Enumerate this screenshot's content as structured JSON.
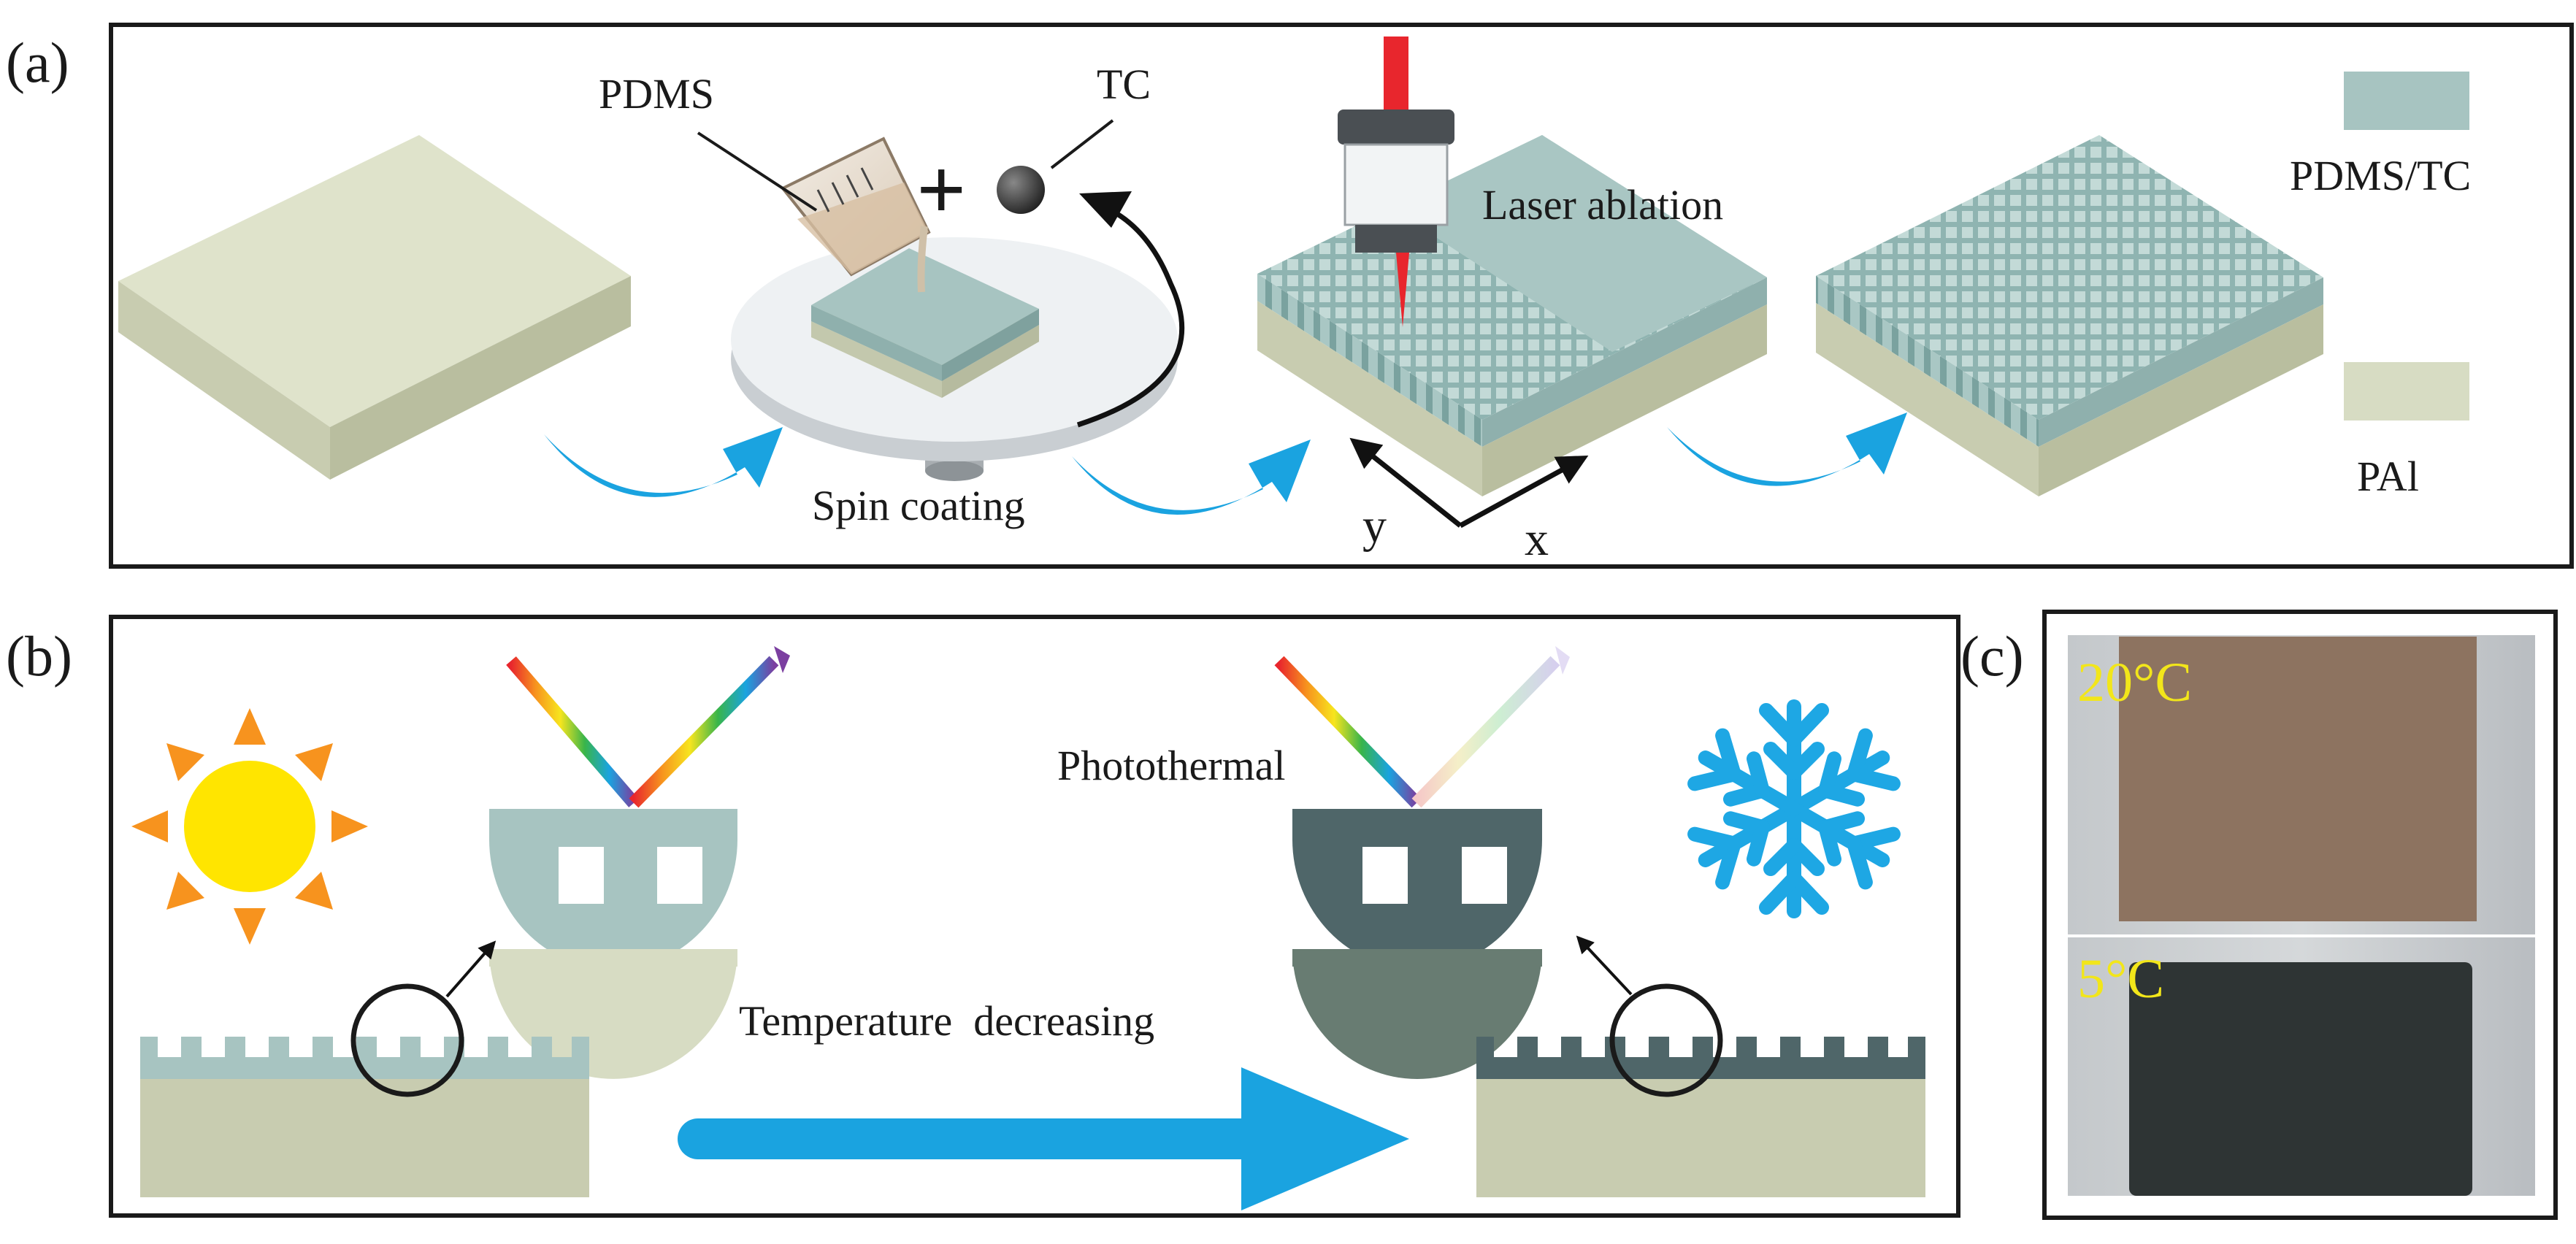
{
  "panels": {
    "a": {
      "label": "(a)"
    },
    "b": {
      "label": "(b)"
    },
    "c": {
      "label": "(c)"
    }
  },
  "labels": {
    "pdms": "PDMS",
    "tc": "TC",
    "plus": "+",
    "spin_coating": "Spin coating",
    "laser_ablation": "Laser ablation",
    "axis_y": "y",
    "axis_x": "x",
    "photothermal": "Photothermal",
    "temperature_decreasing": "Temperature  decreasing"
  },
  "legend": [
    {
      "label": "PDMS/TC",
      "color": "#a7c4c1"
    },
    {
      "label": "PAl",
      "color": "#d7dcc3"
    }
  ],
  "photos": [
    {
      "temperature": "20°C",
      "sample_color": "#8d7360"
    },
    {
      "temperature": "5°C",
      "sample_color": "#2e3434"
    }
  ],
  "colors": {
    "arrow_blue": "#1aa3e0",
    "pdms_tc": "#a7c4c1",
    "pal": "#d7dcc3",
    "dark_pdms_tc": "#4f6669",
    "sun": "#ffe500",
    "sun_rays": "#f7931e",
    "snowflake": "#1ea7e4",
    "laser": "#e8262d"
  },
  "icons": {
    "sun": "sun-icon",
    "snowflake": "snowflake-icon",
    "beaker": "beaker-icon"
  }
}
